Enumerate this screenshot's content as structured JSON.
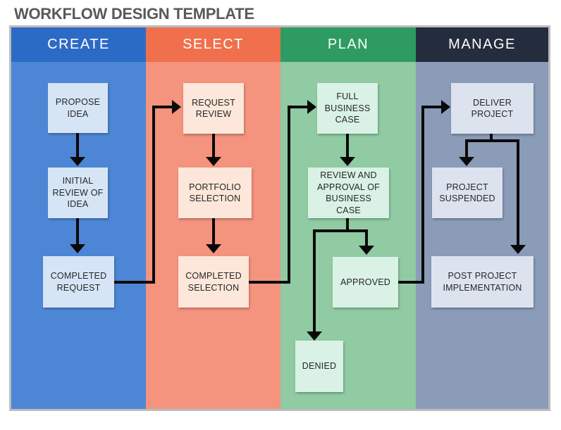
{
  "title": "WORKFLOW DESIGN TEMPLATE",
  "colors": {
    "title_text": "#595959",
    "board_border": "#bcbcbc",
    "connector": "#0a0a0a",
    "header_text": "#ffffff",
    "node_text": "#262626",
    "create_header": "#2c6bc5",
    "create_body": "#4e86d6",
    "create_node": "#d6e5f6",
    "select_header": "#f0704e",
    "select_body": "#f4937e",
    "select_node": "#fce7da",
    "plan_header": "#2e9c62",
    "plan_body": "#90cba3",
    "plan_node": "#d9f2e5",
    "manage_header": "#232d3d",
    "manage_body": "#8b9cb8",
    "manage_node": "#dde3ee"
  },
  "columns": [
    {
      "label": "CREATE",
      "nodes": [
        {
          "label": "PROPOSE IDEA"
        },
        {
          "label": "INITIAL REVIEW OF IDEA"
        },
        {
          "label": "COMPLETED REQUEST"
        }
      ]
    },
    {
      "label": "SELECT",
      "nodes": [
        {
          "label": "REQUEST REVIEW"
        },
        {
          "label": "PORTFOLIO SELECTION"
        },
        {
          "label": "COMPLETED SELECTION"
        }
      ]
    },
    {
      "label": "PLAN",
      "nodes": [
        {
          "label": "FULL BUSINESS CASE"
        },
        {
          "label": "REVIEW AND APPROVAL OF BUSINESS CASE"
        },
        {
          "label": "APPROVED"
        },
        {
          "label": "DENIED"
        }
      ]
    },
    {
      "label": "MANAGE",
      "nodes": [
        {
          "label": "DELIVER PROJECT"
        },
        {
          "label": "PROJECT SUSPENDED"
        },
        {
          "label": "POST PROJECT IMPLEMENTATION"
        }
      ]
    }
  ],
  "connections": [
    {
      "from": "PROPOSE IDEA",
      "to": "INITIAL REVIEW OF IDEA"
    },
    {
      "from": "INITIAL REVIEW OF IDEA",
      "to": "COMPLETED REQUEST"
    },
    {
      "from": "COMPLETED REQUEST",
      "to": "REQUEST REVIEW"
    },
    {
      "from": "REQUEST REVIEW",
      "to": "PORTFOLIO SELECTION"
    },
    {
      "from": "PORTFOLIO SELECTION",
      "to": "COMPLETED SELECTION"
    },
    {
      "from": "COMPLETED SELECTION",
      "to": "FULL BUSINESS CASE"
    },
    {
      "from": "FULL BUSINESS CASE",
      "to": "REVIEW AND APPROVAL OF BUSINESS CASE"
    },
    {
      "from": "REVIEW AND APPROVAL OF BUSINESS CASE",
      "to": "APPROVED"
    },
    {
      "from": "REVIEW AND APPROVAL OF BUSINESS CASE",
      "to": "DENIED"
    },
    {
      "from": "APPROVED",
      "to": "DELIVER PROJECT"
    },
    {
      "from": "DELIVER PROJECT",
      "to": "PROJECT SUSPENDED"
    },
    {
      "from": "DELIVER PROJECT",
      "to": "POST PROJECT IMPLEMENTATION"
    }
  ]
}
